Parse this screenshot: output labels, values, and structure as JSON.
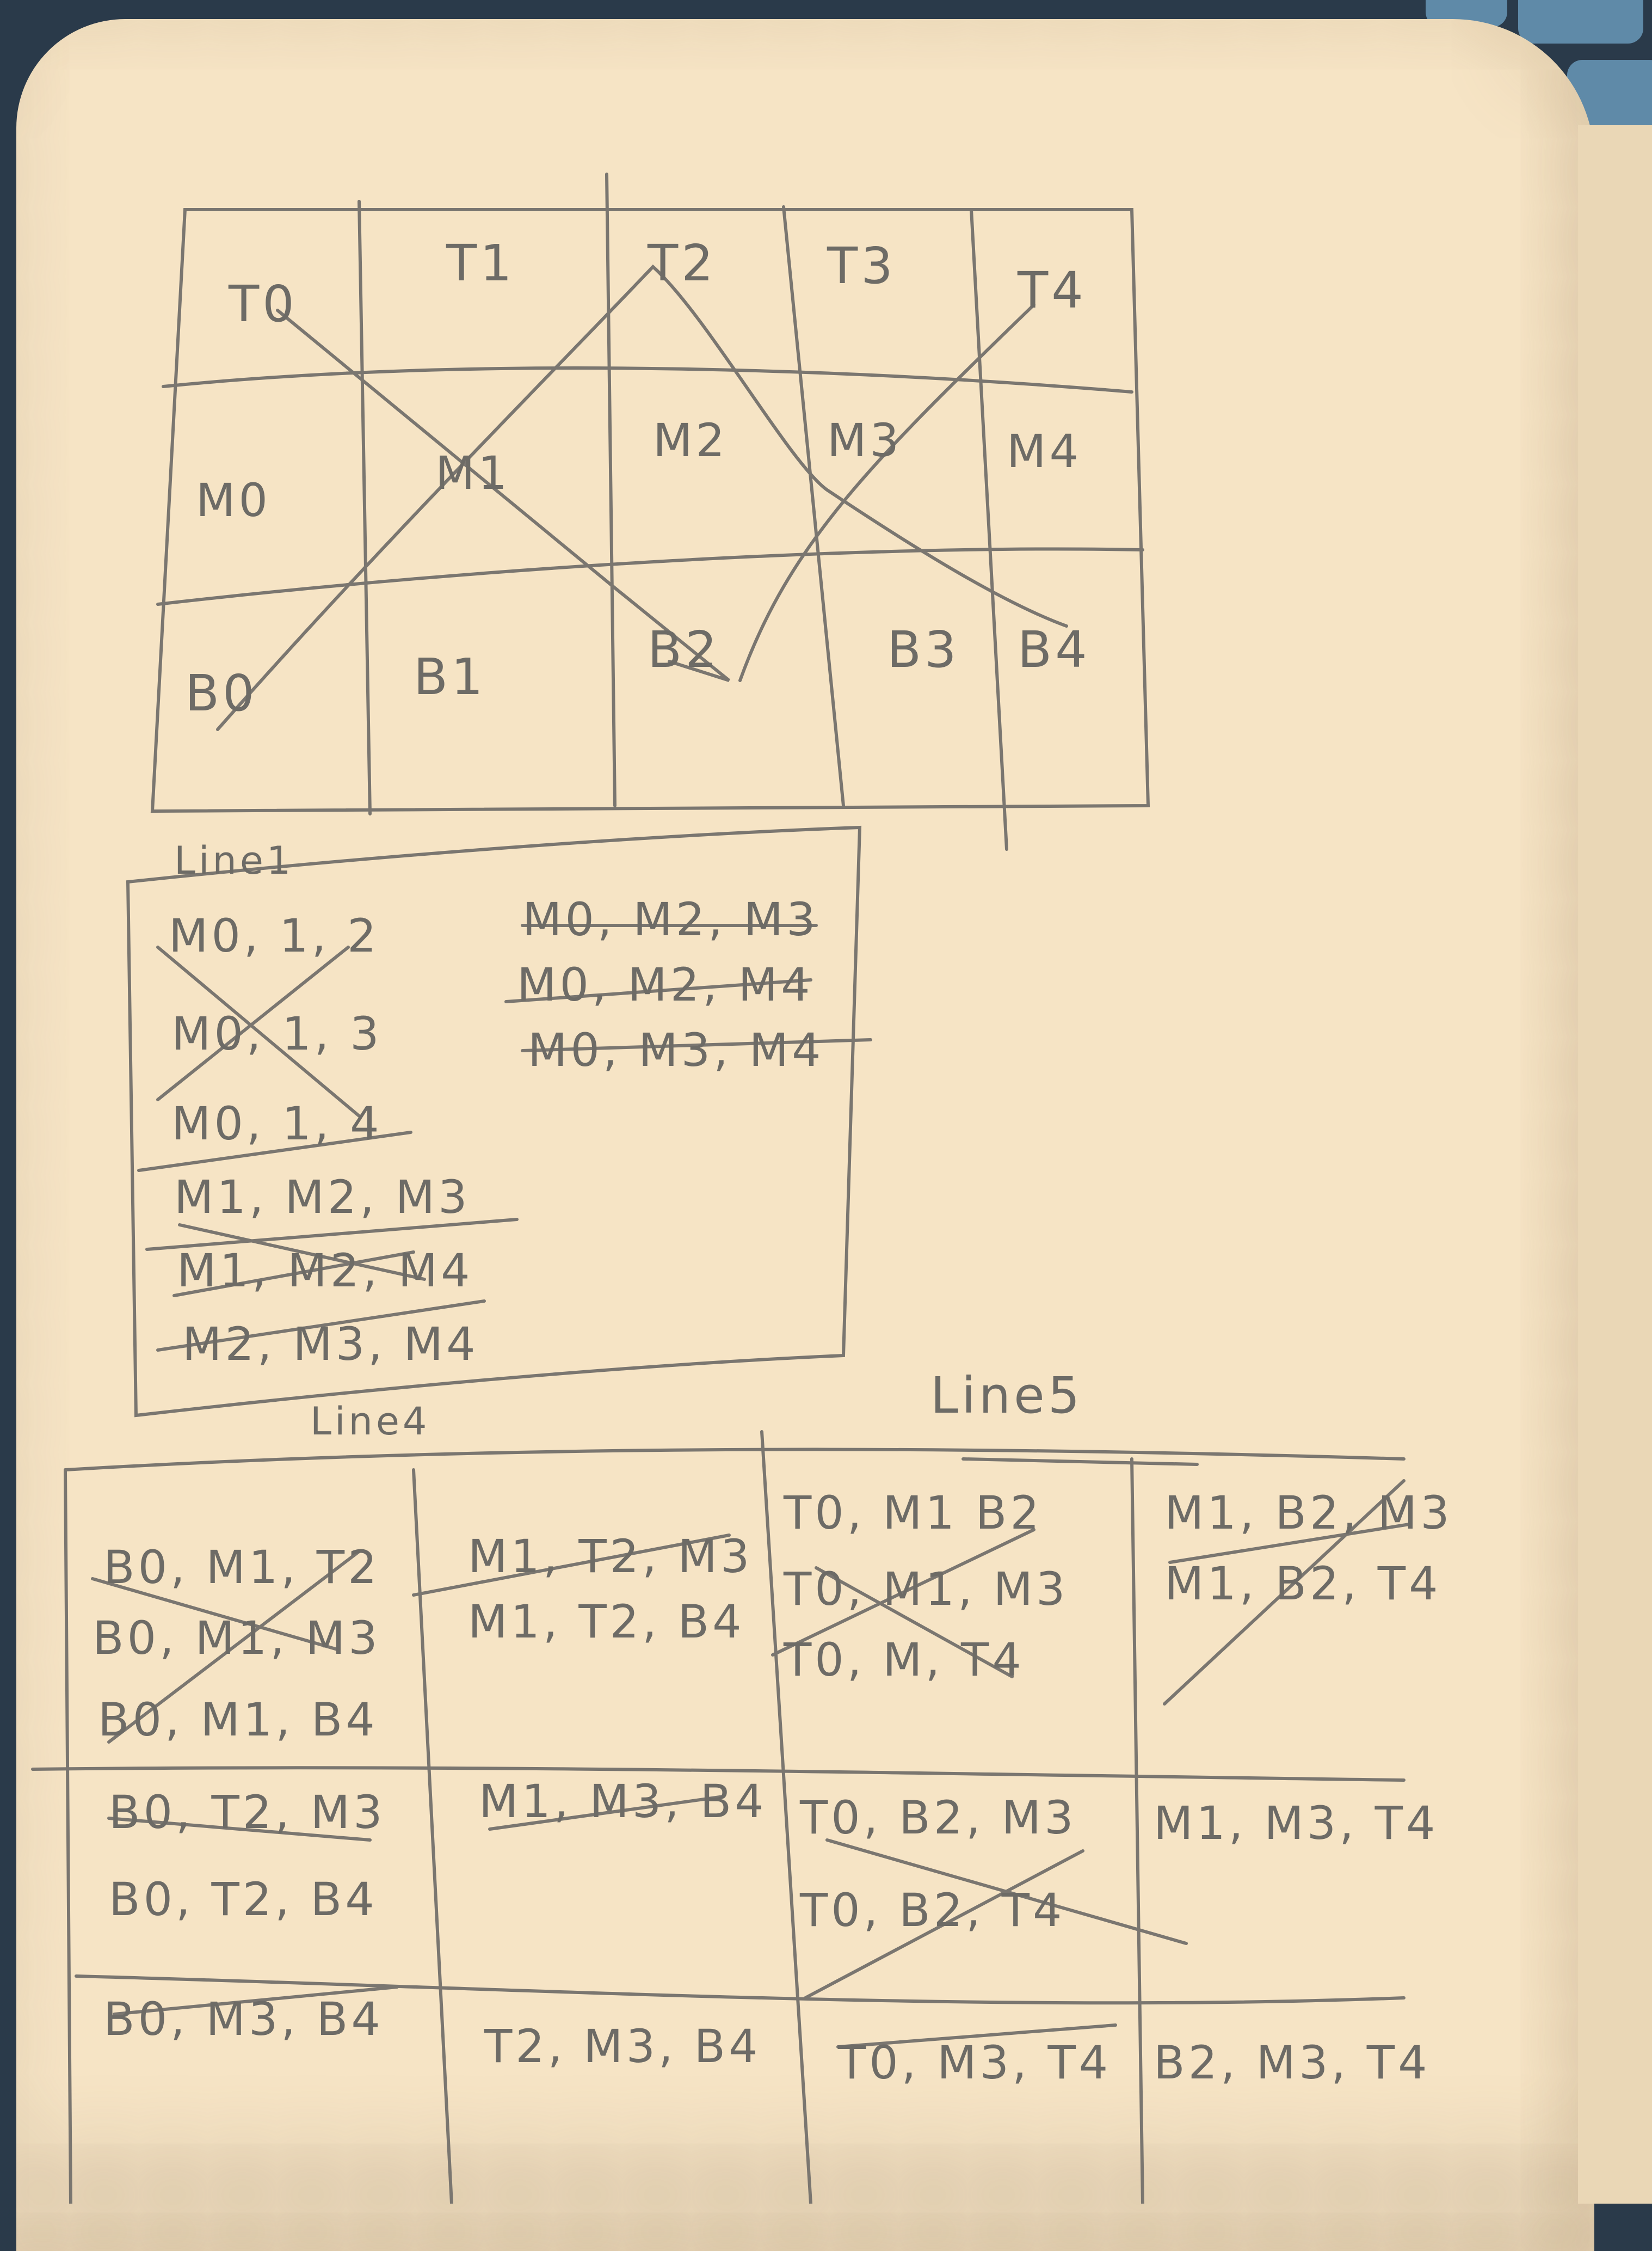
{
  "grid": {
    "top": [
      "T0",
      "T1",
      "T2",
      "T3",
      "T4"
    ],
    "middle": [
      "M0",
      "M1",
      "M2",
      "M3",
      "M4"
    ],
    "bottom": [
      "B0",
      "B1",
      "B2",
      "B3",
      "B4"
    ]
  },
  "line1": {
    "label": "Line1",
    "left": [
      "M0, 1, 2",
      "M0, 1, 3",
      "M0, 1, 4",
      "M1, M2, M3",
      "M1, M2, M4",
      "M2, M3, M4"
    ],
    "right": [
      "M0, M2, M3",
      "M0, M2, M4",
      "M0, M3, M4"
    ]
  },
  "line4": {
    "label": "Line4",
    "col1_row1": [
      "B0, M1, T2",
      "B0, M1, M3",
      "B0, M1, B4"
    ],
    "col1_row2": [
      "B0, T2, M3",
      "B0, T2, B4"
    ],
    "col1_row3": [
      "B0, M3, B4"
    ],
    "col2_row1": [
      "M1, T2, M3",
      "M1, T2, B4"
    ],
    "col2_row2": [
      "M1, M3, B4"
    ],
    "col2_row3": [
      "T2, M3, B4"
    ]
  },
  "line5": {
    "label": "Line5",
    "col1_row1": [
      "T0, M1 B2",
      "T0, M1, M3",
      "T0, M, T4"
    ],
    "col1_row2": [
      "T0, B2, M3",
      "T0, B2, T4"
    ],
    "col1_row3": [
      "T0, M3, T4"
    ],
    "col2_row1": [
      "M1, B2, M3",
      "M1, B2, T4"
    ],
    "col2_row2": [
      "M1, M3, T4"
    ],
    "col2_row3": [
      "B2, M3, T4"
    ]
  }
}
